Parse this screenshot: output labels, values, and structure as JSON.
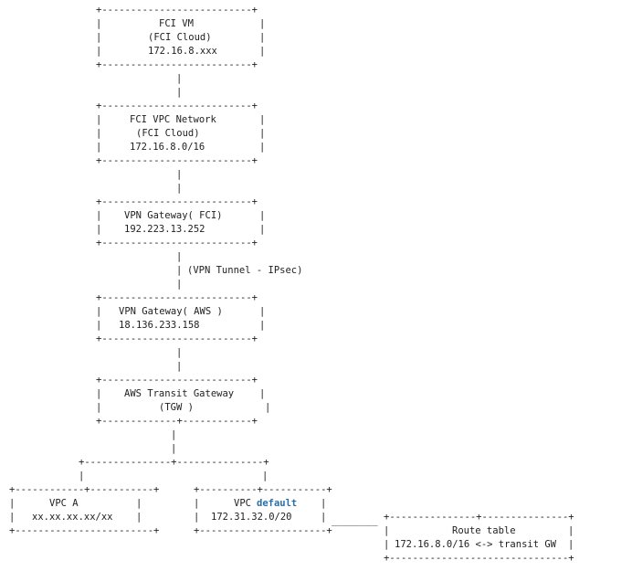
{
  "nodes": {
    "fci_vm": {
      "name": "FCI VM",
      "location": "(FCI Cloud)",
      "address": "172.16.8.xxx"
    },
    "fci_vpc": {
      "name": "FCI VPC Network",
      "location": "(FCI Cloud)",
      "address": "172.16.8.0/16"
    },
    "vpn_fci": {
      "name": "VPN Gateway( FCI)",
      "address": "192.223.13.252"
    },
    "tunnel": {
      "label": "(VPN Tunnel - IPsec)"
    },
    "vpn_aws": {
      "name": "VPN Gateway( AWS )",
      "address": "18.136.233.158"
    },
    "tgw": {
      "name": "AWS Transit Gateway",
      "abbr": "(TGW )"
    },
    "vpc_a": {
      "name": "VPC A",
      "address": "xx.xx.xx.xx/xx"
    },
    "vpc_default": {
      "name": "VPC",
      "keyword": "default",
      "address": "172.31.32.0/20"
    },
    "route_table": {
      "title": "Route table",
      "route": "172.16.8.0/16 <-> transit GW"
    }
  }
}
